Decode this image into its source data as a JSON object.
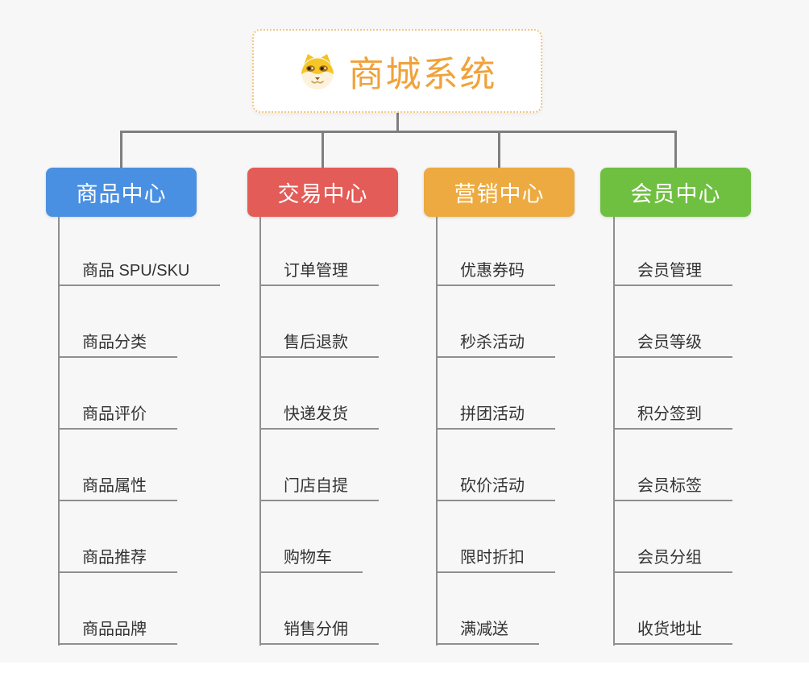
{
  "page": {
    "background": "#f7f7f7"
  },
  "root": {
    "title": "商城系统",
    "icon": "shiba-dog-icon",
    "title_color": "#f0a23a",
    "border_color": "#f3c67f"
  },
  "connectors": {
    "tree_color": "#7f7f7f",
    "spine_color": "#8f8f8f"
  },
  "branches": [
    {
      "label": "商品中心",
      "color": "#4a90e2",
      "children": [
        "商品 SPU/SKU",
        "商品分类",
        "商品评价",
        "商品属性",
        "商品推荐",
        "商品品牌"
      ]
    },
    {
      "label": "交易中心",
      "color": "#e45c57",
      "children": [
        "订单管理",
        "售后退款",
        "快递发货",
        "门店自提",
        "购物车",
        "销售分佣"
      ]
    },
    {
      "label": "营销中心",
      "color": "#ecaa41",
      "children": [
        "优惠券码",
        "秒杀活动",
        "拼团活动",
        "砍价活动",
        "限时折扣",
        "满减送"
      ]
    },
    {
      "label": "会员中心",
      "color": "#6fc040",
      "children": [
        "会员管理",
        "会员等级",
        "积分签到",
        "会员标签",
        "会员分组",
        "收货地址"
      ]
    }
  ]
}
